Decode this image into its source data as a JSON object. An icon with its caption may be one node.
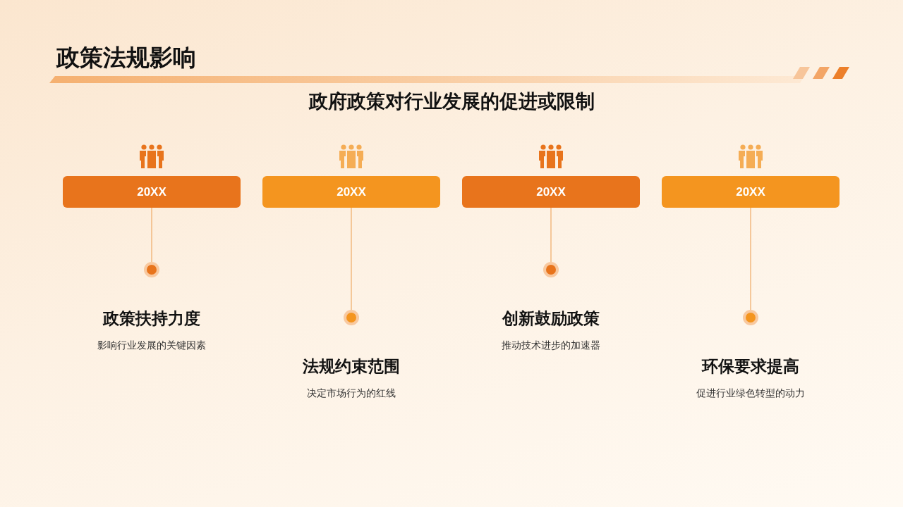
{
  "diagram": {
    "title": "政策法规影响",
    "nodes": [
      {
        "text": [
          "20XX"
        ]
      },
      {
        "text": [
          "20XX"
        ]
      },
      {
        "text": [
          "20XX"
        ]
      },
      {
        "text": [
          "20XX"
        ]
      },
      {
        "text": [],
        "shape": "circle",
        "beside": [
          "政策扶持力度",
          "影响行业发展的关键因素"
        ]
      },
      {
        "text": [],
        "shape": "circle",
        "beside": [
          "法规约束范围",
          "决定市场行为的红线"
        ]
      },
      {
        "text": [],
        "shape": "circle",
        "beside": [
          "创新鼓励政策",
          "推动技术进步的加速器"
        ]
      },
      {
        "text": [],
        "shape": "circle",
        "beside": [
          "环保要求提高",
          "促进行业绿色转型的动力"
        ]
      }
    ],
    "edges": [
      {
        "from": 0,
        "to": 4,
        "arrow": "none"
      },
      {
        "from": 1,
        "to": 5,
        "arrow": "none"
      },
      {
        "from": 2,
        "to": 6,
        "arrow": "none"
      },
      {
        "from": 3,
        "to": 7,
        "arrow": "none"
      }
    ],
    "labels": [
      "政府政策对行业发展的促进或限制"
    ]
  }
}
